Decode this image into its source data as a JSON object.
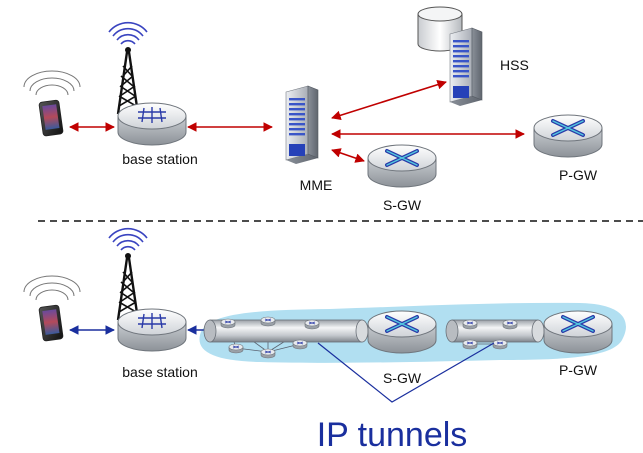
{
  "top": {
    "labels": {
      "base_station": "base station",
      "mme": "MME",
      "hss": "HSS",
      "sgw": "S-GW",
      "pgw": "P-GW"
    }
  },
  "bottom": {
    "labels": {
      "base_station": "base station",
      "sgw": "S-GW",
      "pgw": "P-GW"
    },
    "tunnels_caption": "IP tunnels"
  },
  "colors": {
    "control_arrow": "#c00000",
    "data_arrow": "#1a2f9e",
    "tunnel_halo": "#a8dcef",
    "caption": "#1a2f9e",
    "router_cross": "#2a3aa8"
  }
}
